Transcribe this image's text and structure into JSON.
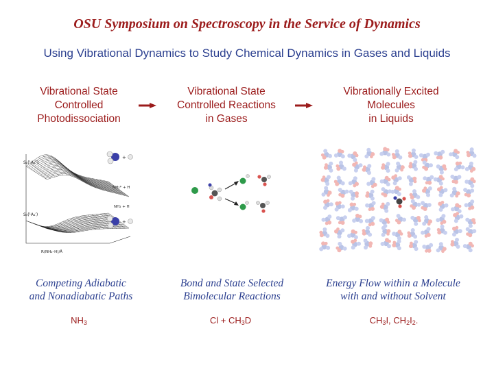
{
  "title": "OSU Symposium on Spectroscopy in the Service of Dynamics",
  "subtitle": "Using Vibrational Dynamics to Study Chemical Dynamics in Gases and Liquids",
  "columns": [
    {
      "heading": [
        "Vibrational State",
        "Controlled",
        "Photodissociation"
      ],
      "caption": [
        "Competing Adiabatic",
        "and Nonadiabatic Paths"
      ],
      "formula_parts": [
        "NH",
        "3",
        ""
      ]
    },
    {
      "heading": [
        "Vibrational State",
        "Controlled Reactions",
        "in Gases"
      ],
      "caption": [
        "Bond and State Selected",
        "Bimolecular Reactions"
      ],
      "formula_parts": [
        "Cl + CH",
        "3",
        "D"
      ]
    },
    {
      "heading": [
        "Vibrationally Excited",
        "Molecules",
        "in Liquids"
      ],
      "caption": [
        "Energy Flow within a Molecule",
        "with and without Solvent"
      ],
      "formula_parts": [
        "CH",
        "3",
        "I, CH",
        "2",
        "I",
        "2",
        "."
      ]
    }
  ],
  "pes_labels": {
    "upper_state": "S₁(¹A₂″)",
    "lower_state": "S₀(¹A₁′)",
    "upper_channel": "NH₂* + H",
    "lower_channel": "NH₂ + H",
    "axis": "R(NH₂–H)/Å",
    "plus1": "+",
    "plus2": "+"
  },
  "colors": {
    "title": "#9b1b1b",
    "subtitle": "#2b3f8f",
    "caption": "#2b3f8f",
    "heading": "#9b1b1b",
    "nitrogen": "#3a3fa8",
    "chlorine": "#2e9a4a",
    "oxygen_like": "#d9534f"
  }
}
